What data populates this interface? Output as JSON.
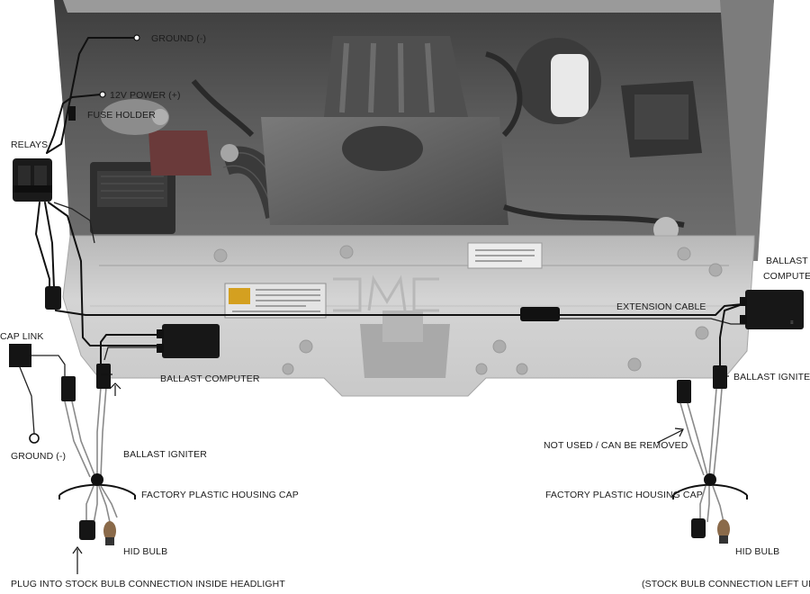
{
  "labels": {
    "ground_top": "GROUND (-)",
    "power": "12V POWER (+)",
    "fuse_holder": "FUSE HOLDER",
    "relays": "RELAYS",
    "cap_link": "CAP LINK",
    "ground_left": "GROUND (-)",
    "ballast_computer_left": "BALLAST COMPUTER",
    "ballast_igniter_left": "BALLAST IGNITER",
    "factory_cap_left": "FACTORY PLASTIC HOUSING CAP",
    "hid_bulb_left": "HID BULB",
    "plug_into": "PLUG INTO STOCK BULB CONNECTION INSIDE HEADLIGHT",
    "extension_cable": "EXTENSION CABLE",
    "ballast_computer_right_1": "BALLAST",
    "ballast_computer_right_2": "COMPUTER",
    "ballast_igniter_right": "BALLAST IGNITER",
    "not_used": "NOT USED / CAN BE REMOVED",
    "factory_cap_right": "FACTORY PLASTIC HOUSING CAP",
    "hid_bulb_right": "HID BULB",
    "stock_left_unplugged": "(STOCK BULB CONNECTION LEFT UNPLUGGED)"
  },
  "colors": {
    "engine_bay": "#5a5a5a",
    "radiator_panel": "#cfcfcf",
    "wire": "#111111",
    "label_text": "#1c1c1c"
  }
}
